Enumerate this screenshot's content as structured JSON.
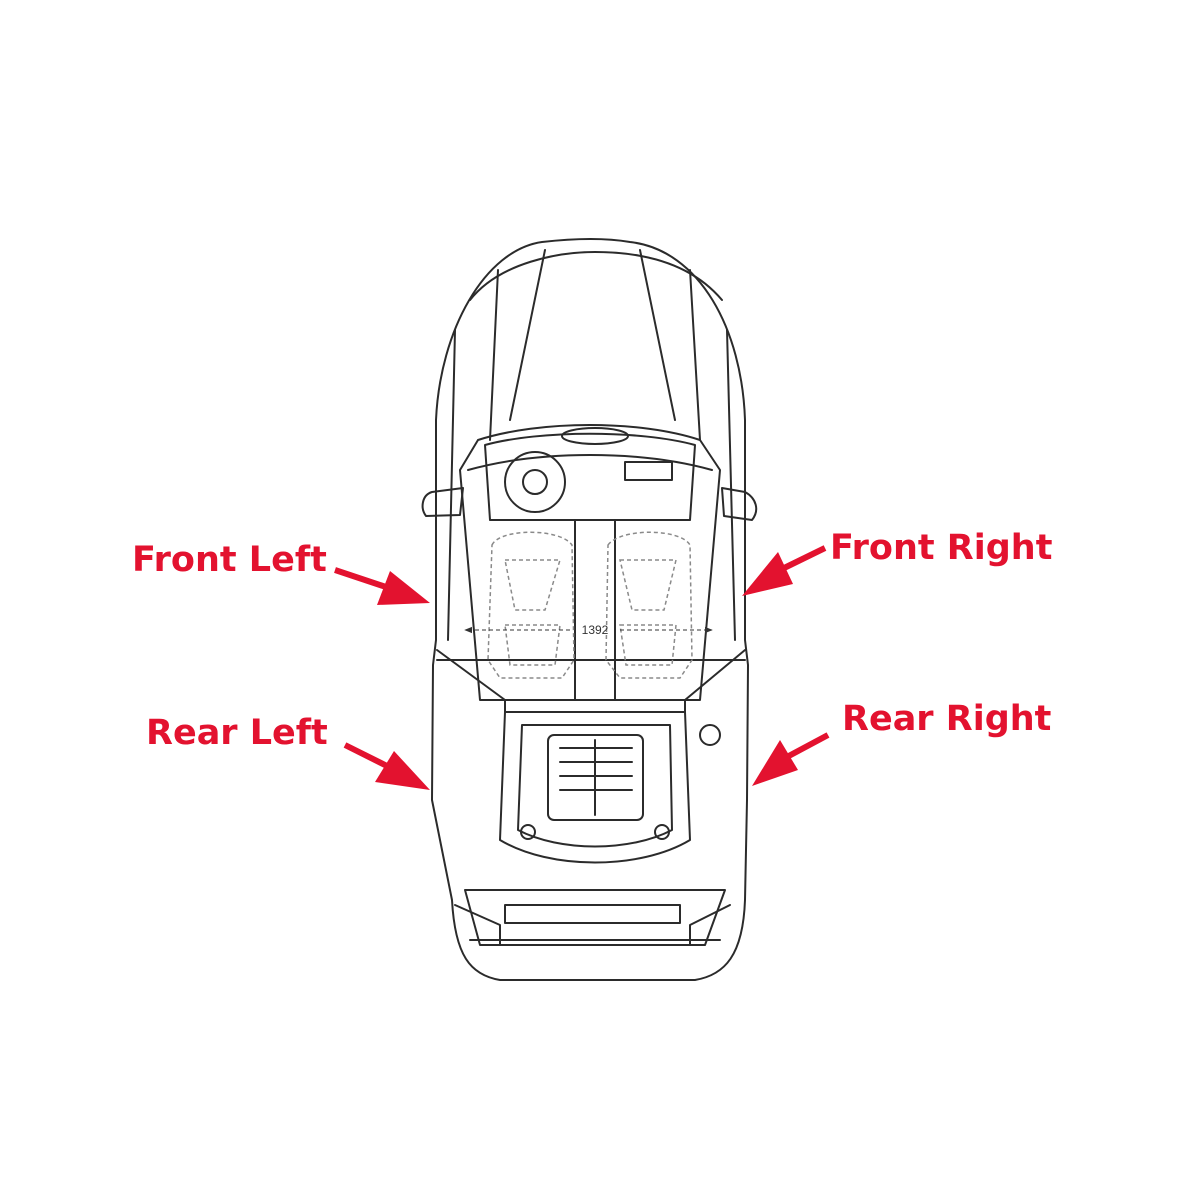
{
  "labels": {
    "front_left": "Front Left",
    "front_right": "Front Right",
    "rear_left": "Rear Left",
    "rear_right": "Rear Right"
  },
  "dimension": {
    "value": "1392"
  },
  "colors": {
    "label": "#e3122f",
    "arrow": "#e3122f",
    "outline": "#2b2b2b",
    "dashed": "#8a8a8a",
    "background": "#ffffff"
  }
}
